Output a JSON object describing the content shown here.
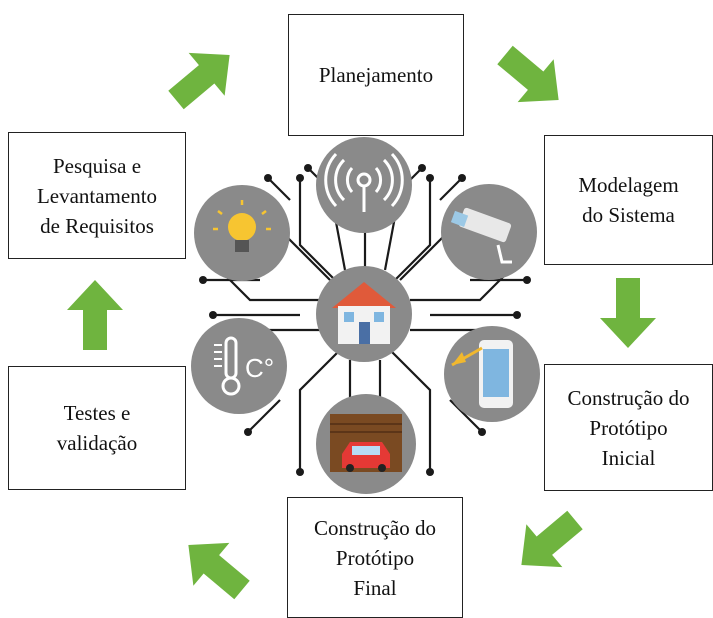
{
  "steps": {
    "planejamento": "Planejamento",
    "modelagem": "Modelagem\ndo Sistema",
    "construcao_inicial": "Construção do\nProtótipo\nInicial",
    "construcao_final": "Construção do\nProtótipo\nFinal",
    "testes": "Testes e\nvalidação",
    "pesquisa": "Pesquisa e\nLevantamento\nde Requisitos"
  },
  "icons": [
    "antenna-icon",
    "cctv-camera-icon",
    "smartphone-icon",
    "garage-car-icon",
    "thermometer-icon",
    "light-bulb-icon",
    "house-icon"
  ],
  "icon_text": {
    "temperature_unit": "C°"
  },
  "colors": {
    "arrow": "#6fb43f",
    "circle": "#8a8a8a",
    "circuit": "#1a1a1a"
  }
}
